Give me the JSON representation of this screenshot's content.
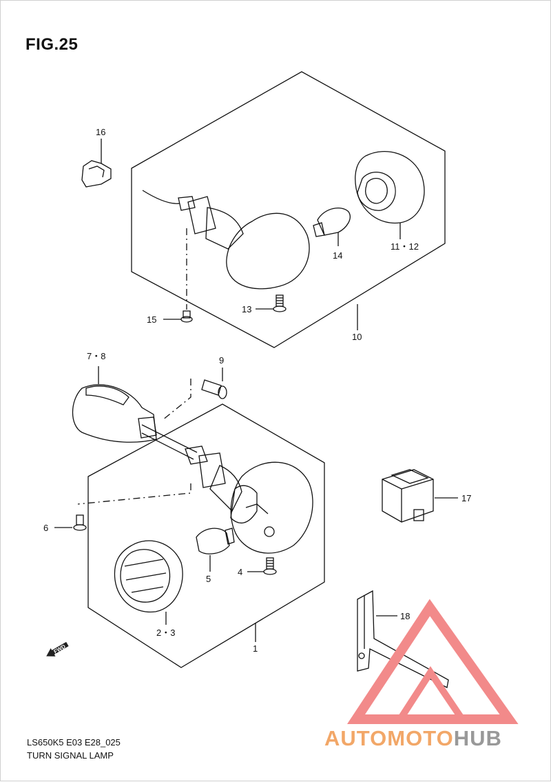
{
  "figure": {
    "title": "FIG.25",
    "code": "LS650K5 E03 E28_025",
    "name": "TURN SIGNAL LAMP"
  },
  "callouts": {
    "c16": "16",
    "c14": "14",
    "c11_12": "11・12",
    "c15": "15",
    "c13": "13",
    "c10": "10",
    "c7_8": "7・8",
    "c9": "9",
    "c17": "17",
    "c6": "6",
    "c5": "5",
    "c4": "4",
    "c2_3": "2・3",
    "c18": "18",
    "c1": "1"
  },
  "direction_label": "FWD",
  "watermark": {
    "part1": "AUTO",
    "part2": "MOTO",
    "part3": "HUB",
    "colors": {
      "triangle": "#f28a8a",
      "orange": "#f2a768",
      "gray": "#999999"
    }
  }
}
